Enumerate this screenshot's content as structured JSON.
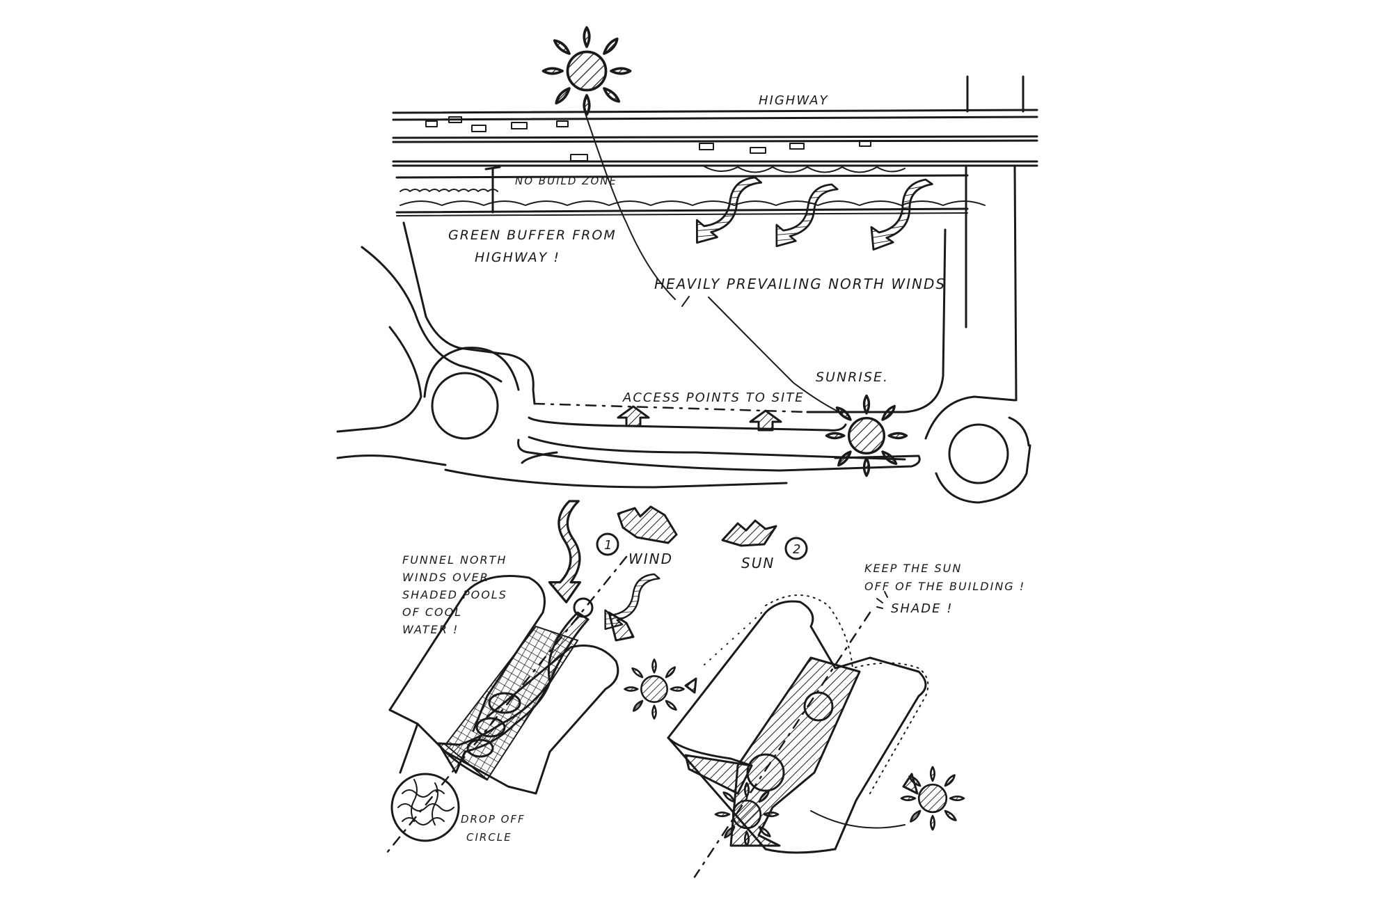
{
  "labels": {
    "highway": "HIGHWAY",
    "no_build_zone": "NO BUILD ZONE",
    "green_buffer_line1": "GREEN BUFFER FROM",
    "green_buffer_line2": "HIGHWAY !",
    "prevailing_winds": "HEAVILY PREVAILING NORTH WINDS",
    "sunrise": "SUNRISE.",
    "access_points": "ACCESS POINTS TO SITE",
    "legend_1": "1",
    "legend_wind": "WIND",
    "legend_sun": "SUN",
    "legend_2": "2",
    "funnel_line1": "FUNNEL NORTH",
    "funnel_line2": "WINDS OVER",
    "funnel_line3": "SHADED POOLS",
    "funnel_line4": "OF COOL",
    "funnel_line5": "WATER !",
    "keep_sun_line1": "KEEP THE SUN",
    "keep_sun_line2": "OFF OF THE BUILDING !",
    "shade": "SHADE !",
    "drop_off_line1": "DROP OFF",
    "drop_off_line2": "CIRCLE"
  },
  "colors": {
    "ink": "#1a1a1a",
    "paper": "#ffffff"
  }
}
